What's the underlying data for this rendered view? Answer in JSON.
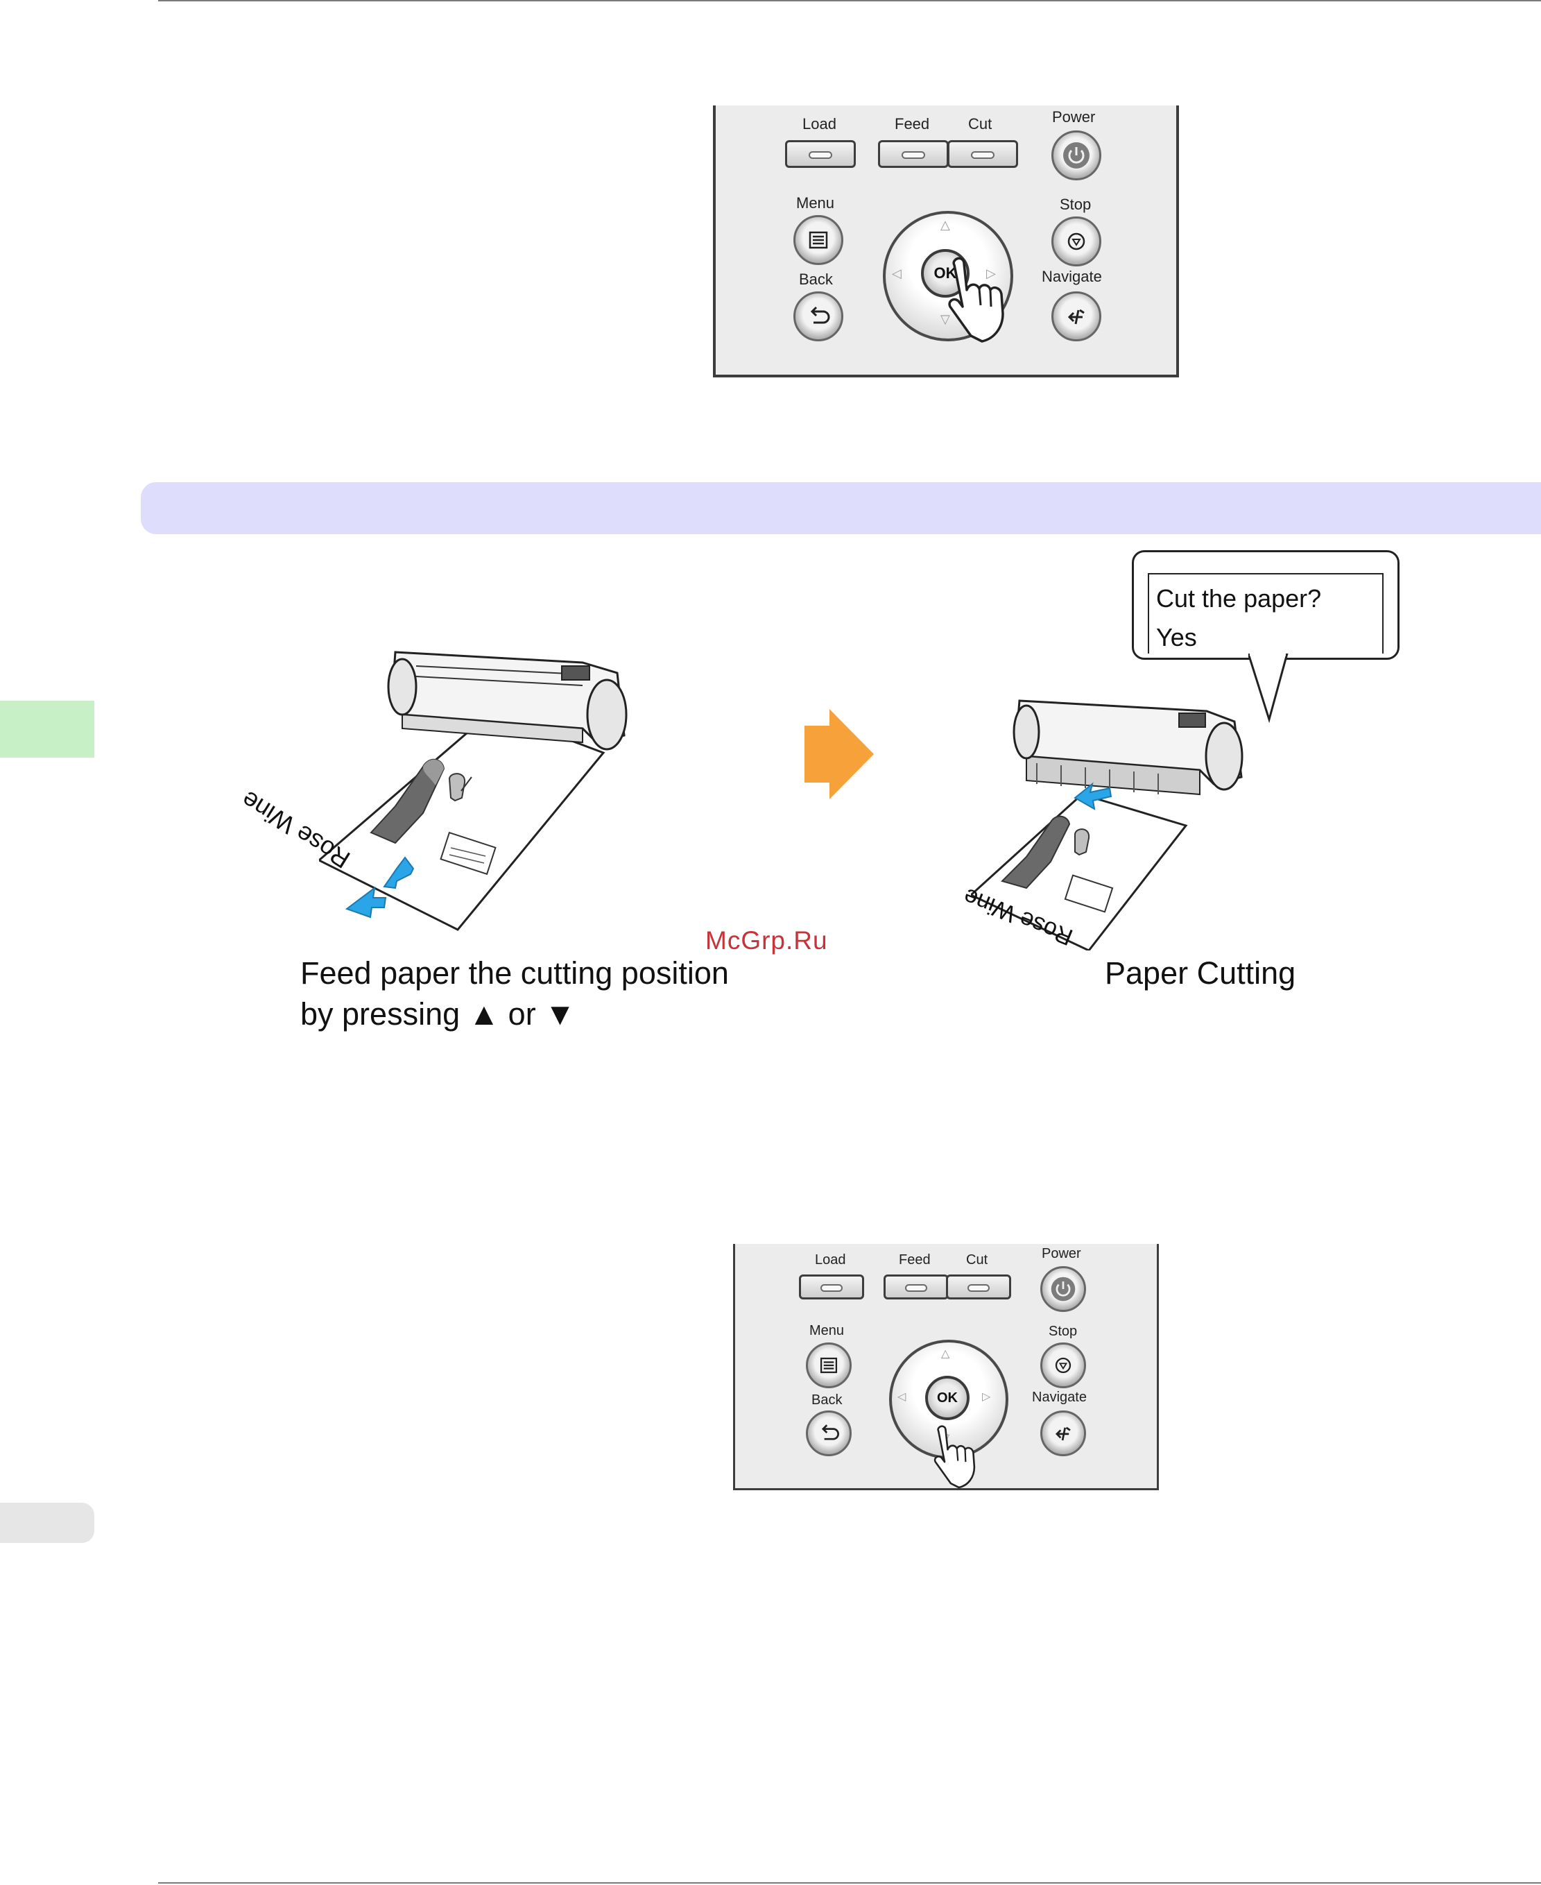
{
  "panel": {
    "load": "Load",
    "feed": "Feed",
    "cut": "Cut",
    "power": "Power",
    "menu": "Menu",
    "stop": "Stop",
    "back": "Back",
    "navigate": "Navigate",
    "ok": "OK"
  },
  "illustration": {
    "lcd_line1": "Cut the paper?",
    "lcd_line2": "Yes",
    "paper_text": "Rose Wine",
    "caption_left_line1": "Feed paper the cutting position",
    "caption_left_line2_prefix": "by pressing ",
    "caption_left_up": "▲",
    "caption_left_or": " or ",
    "caption_left_down": "▼",
    "caption_right": "Paper Cutting",
    "arrow_color": "#f7a13a",
    "paper_arrow_color": "#2aa6e8"
  },
  "watermark": "McGrp.Ru",
  "colors": {
    "section_band": "#dedefc",
    "side_tab": "#c8f0c6"
  }
}
